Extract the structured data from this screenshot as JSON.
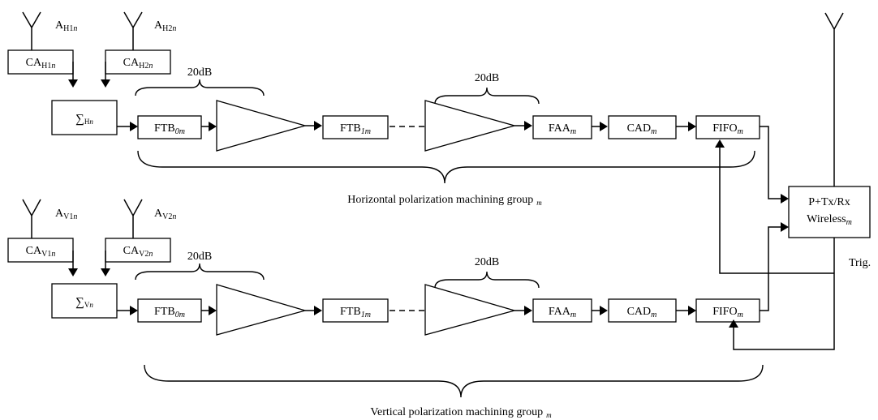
{
  "antennas": {
    "h1": {
      "main": "A",
      "sub": "H1",
      "n": "n"
    },
    "h2": {
      "main": "A",
      "sub": "H2",
      "n": "n"
    },
    "v1": {
      "main": "A",
      "sub": "V1",
      "n": "n"
    },
    "v2": {
      "main": "A",
      "sub": "V2",
      "n": "n"
    }
  },
  "antenna_amps": {
    "h1": {
      "main": "CA",
      "sub": "H1",
      "n": "n"
    },
    "h2": {
      "main": "CA",
      "sub": "H2",
      "n": "n"
    },
    "v1": {
      "main": "CA",
      "sub": "V1",
      "n": "n"
    },
    "v2": {
      "main": "CA",
      "sub": "V2",
      "n": "n"
    }
  },
  "summers": {
    "h": {
      "main": "∑",
      "sub": "H",
      "n": "n"
    },
    "v": {
      "main": "∑",
      "sub": "V",
      "n": "n"
    }
  },
  "chain_blocks": {
    "ftb0": {
      "main": "FTB",
      "sub": "0m"
    },
    "ftb1": {
      "main": "FTB",
      "sub": "1m"
    },
    "faa": {
      "main": "FAA",
      "sub": "m"
    },
    "cad": {
      "main": "CAD",
      "sub": "m"
    },
    "fifo": {
      "main": "FIFO",
      "sub": "m"
    }
  },
  "gain_label": "20dB",
  "transceiver": {
    "line1": "P+Tx/Rx",
    "line2_main": "Wireless",
    "line2_sub": "m"
  },
  "trigger_label": "Trig.",
  "group_labels": {
    "horizontal_main": "Horizontal polarization machining group",
    "vertical_main": "Vertical polarization machining group",
    "sub": "m"
  }
}
